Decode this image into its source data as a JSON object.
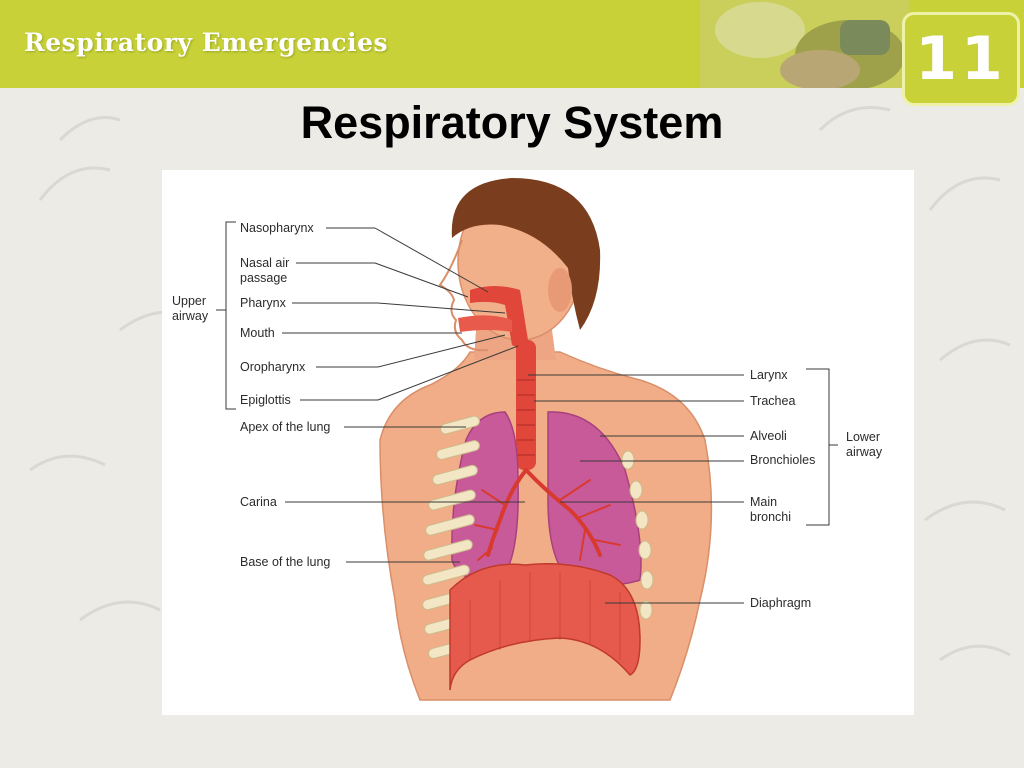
{
  "header": {
    "course_title": "Respiratory Emergencies",
    "chapter_number": "11"
  },
  "slide": {
    "title": "Respiratory System"
  },
  "diagram": {
    "groups": {
      "upper_airway": "Upper airway",
      "lower_airway": "Lower airway"
    },
    "left_labels": {
      "nasopharynx": "Nasopharynx",
      "nasal_air_passage": "Nasal air passage",
      "pharynx": "Pharynx",
      "mouth": "Mouth",
      "oropharynx": "Oropharynx",
      "epiglottis": "Epiglottis",
      "apex_of_lung": "Apex of the lung",
      "carina": "Carina",
      "base_of_lung": "Base of the lung"
    },
    "right_labels": {
      "larynx": "Larynx",
      "trachea": "Trachea",
      "alveoli": "Alveoli",
      "bronchioles": "Bronchioles",
      "main_bronchi": "Main bronchi",
      "diaphragm": "Diaphragm"
    }
  },
  "colors": {
    "header_green": "#c8d238",
    "lung_pink": "#c95a9a",
    "airway_red": "#e0463a",
    "skin": "#f2b08a",
    "hair": "#7a3e1e"
  }
}
